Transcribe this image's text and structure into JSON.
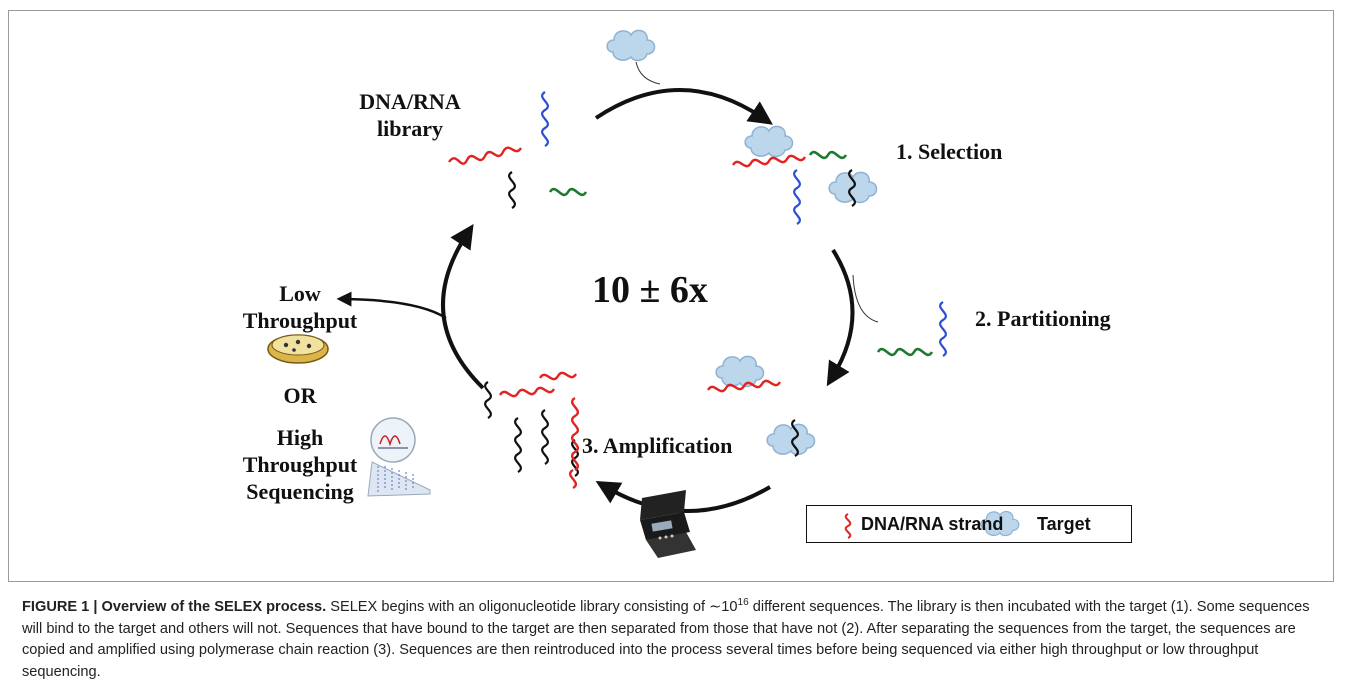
{
  "figure": {
    "center_label": "10 ± 6x",
    "library_label_line1": "DNA/RNA",
    "library_label_line2": "library",
    "step1": "1. Selection",
    "step2": "2. Partitioning",
    "step3": "3. Amplification",
    "low_line1": "Low",
    "low_line2": "Throughput",
    "or": "OR",
    "high_line1": "High",
    "high_line2": "Throughput",
    "high_line3": "Sequencing",
    "legend_strand": "DNA/RNA strand",
    "legend_target": "Target",
    "colors": {
      "strand_red": "#e02424",
      "strand_blue": "#2b4fd8",
      "strand_green": "#1e7a2e",
      "strand_black": "#111111",
      "target_fill": "#bcd6ec",
      "target_stroke": "#8fb2d4"
    }
  },
  "caption": {
    "figure_label": "FIGURE 1 | Overview of the SELEX process.",
    "text_before_sup": " SELEX begins with an oligonucleotide library consisting of ∼10",
    "sup": "16",
    "text_after_sup": " different sequences. The library is then incubated with the target (1). Some sequences will bind to the target and others will not. Sequences that have bound to the target are then separated from those that have not (2). After separating the sequences from the target, the sequences are copied and amplified using polymerase chain reaction (3). Sequences are then reintroduced into the process several times before being sequenced via either high throughput or low throughput sequencing."
  }
}
